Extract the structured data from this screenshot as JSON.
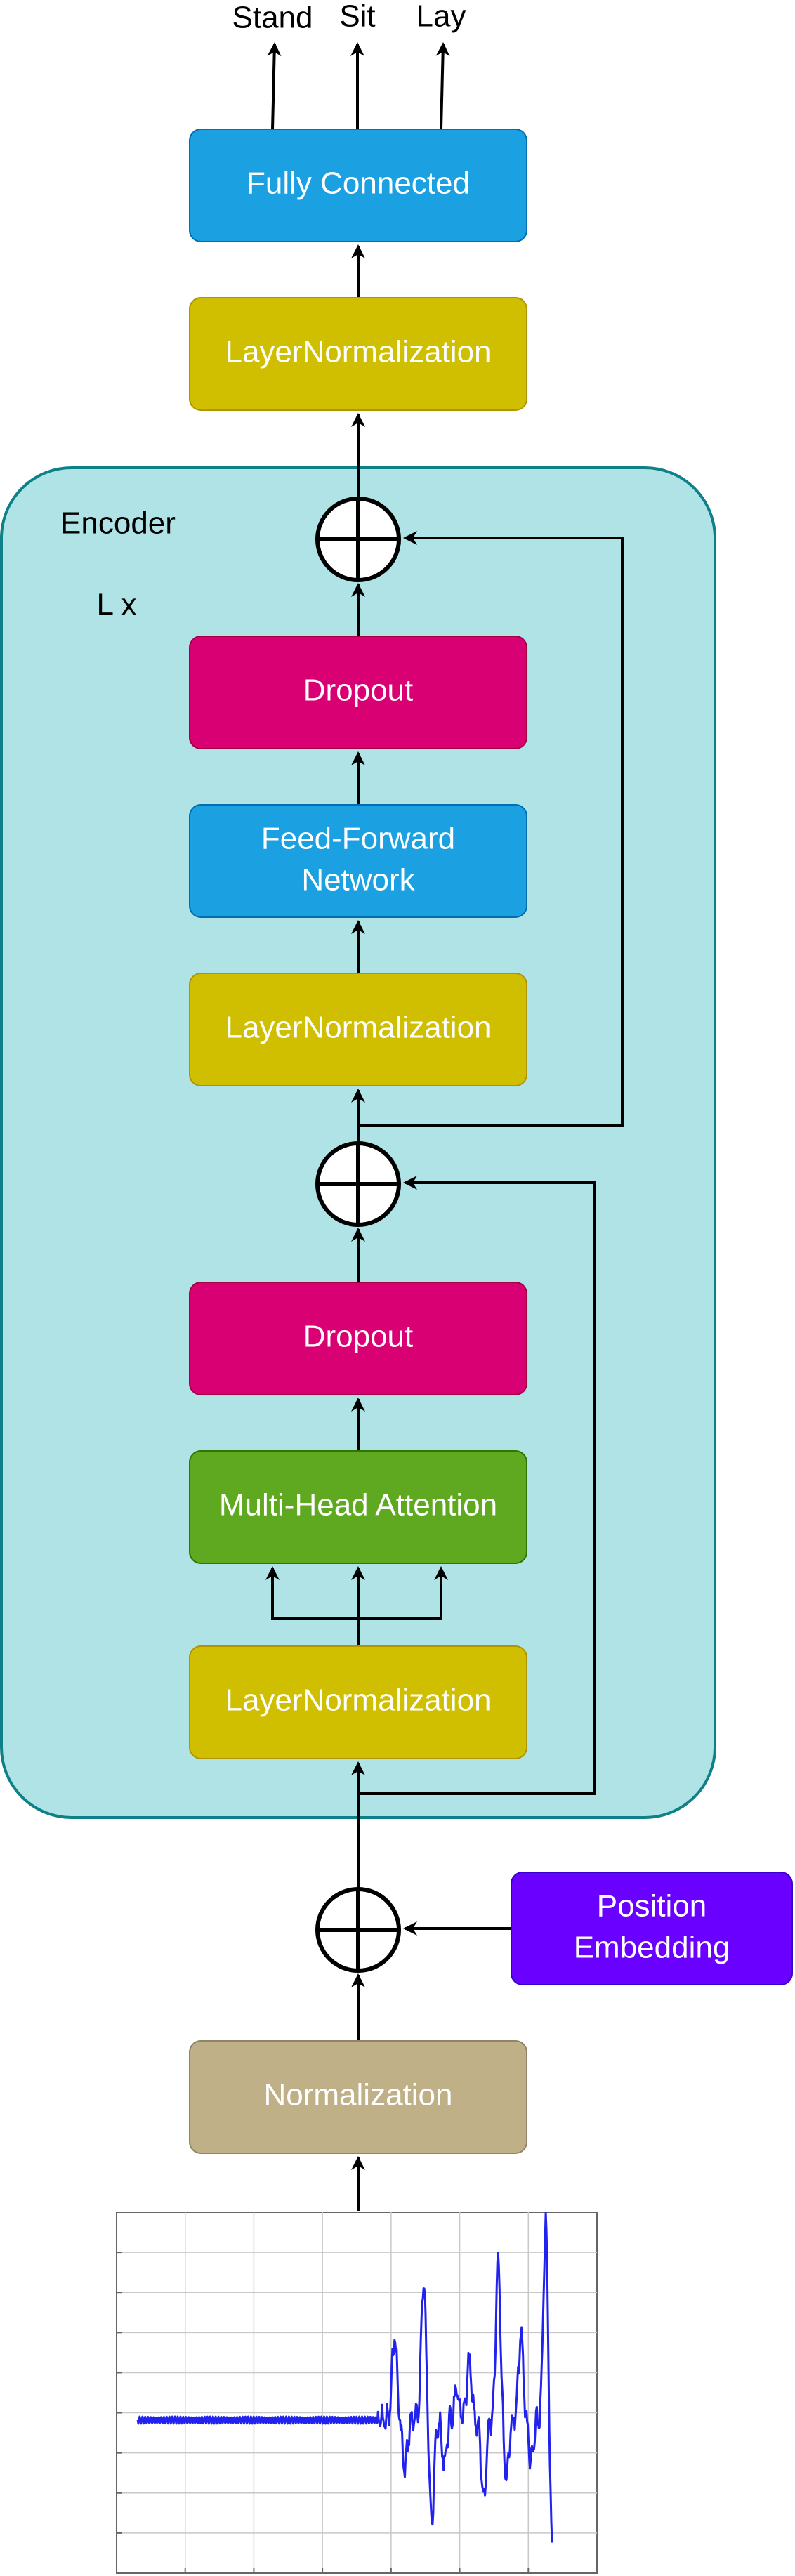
{
  "outputs": [
    "Stand",
    "Sit",
    "Lay"
  ],
  "encoder": {
    "title": "Encoder",
    "repeat": "L x"
  },
  "blocks": {
    "fully_connected": "Fully Connected",
    "layernorm_final": "LayerNormalization",
    "dropout_ffn": "Dropout",
    "feed_forward_line1": "Feed-Forward",
    "feed_forward_line2": "Network",
    "layernorm_ffn": "LayerNormalization",
    "dropout_attn": "Dropout",
    "multi_head_attention": "Multi-Head Attention",
    "layernorm_attn": "LayerNormalization",
    "normalization": "Normalization",
    "position_embedding_line1": "Position",
    "position_embedding_line2": "Embedding"
  },
  "colors": {
    "blue": "#1ba1e2",
    "yellow": "#d0bf00",
    "magenta": "#d80073",
    "green": "#5ea91f",
    "tan": "#bfb087",
    "purple": "#6a00ff",
    "encoder_fill": "#b0e3e6",
    "encoder_stroke": "#0e8088",
    "signal": "#2222ee"
  }
}
